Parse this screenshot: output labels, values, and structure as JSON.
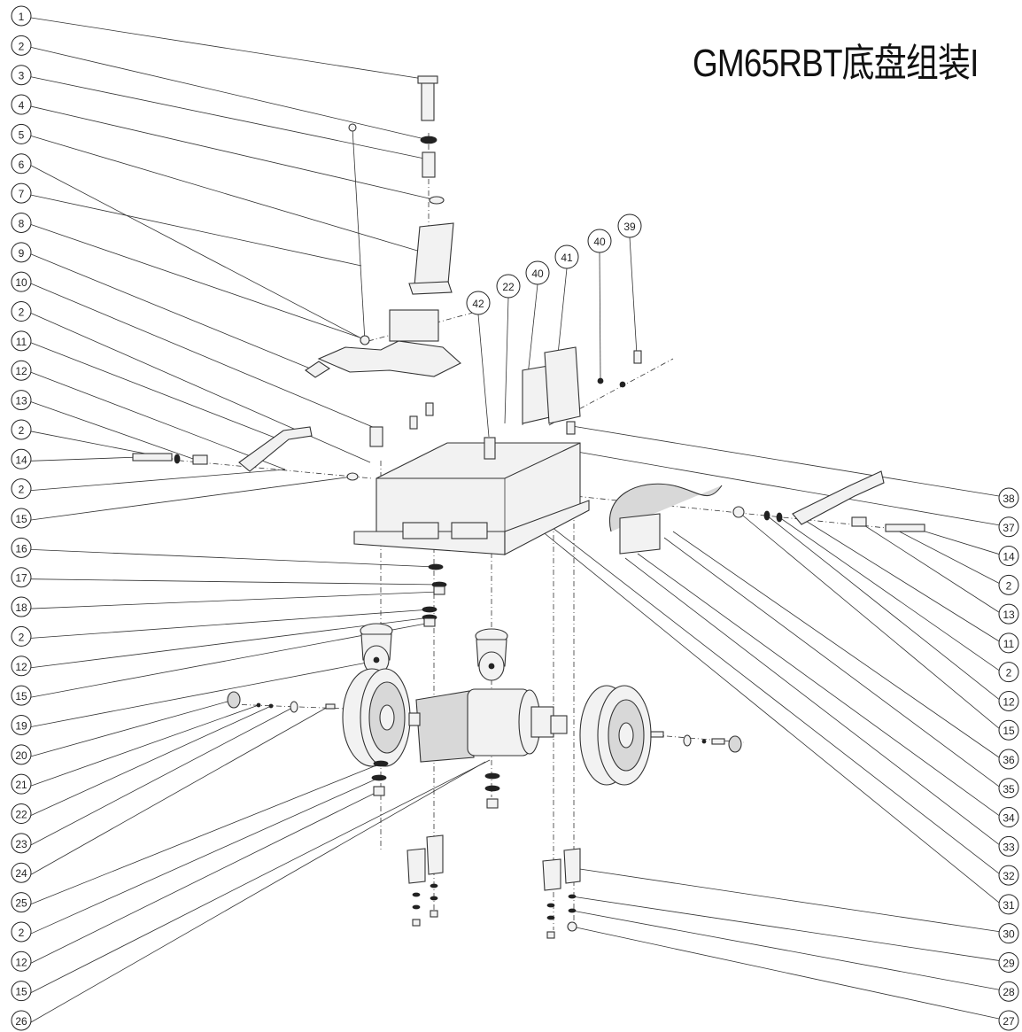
{
  "title": "GM65RBT底盘组装I",
  "left_callouts": [
    "1",
    "2",
    "3",
    "4",
    "5",
    "6",
    "7",
    "8",
    "9",
    "10",
    "2",
    "11",
    "12",
    "13",
    "2",
    "14",
    "2",
    "15",
    "16",
    "17",
    "18",
    "2",
    "12",
    "15",
    "19",
    "20",
    "21",
    "22",
    "23",
    "24",
    "25",
    "2",
    "12",
    "15",
    "26"
  ],
  "right_callouts": [
    "38",
    "37",
    "14",
    "2",
    "13",
    "11",
    "2",
    "12",
    "15",
    "36",
    "35",
    "34",
    "33",
    "32",
    "31",
    "30",
    "29",
    "28",
    "27"
  ],
  "top_callouts": [
    "42",
    "22",
    "40",
    "41",
    "40",
    "39"
  ]
}
